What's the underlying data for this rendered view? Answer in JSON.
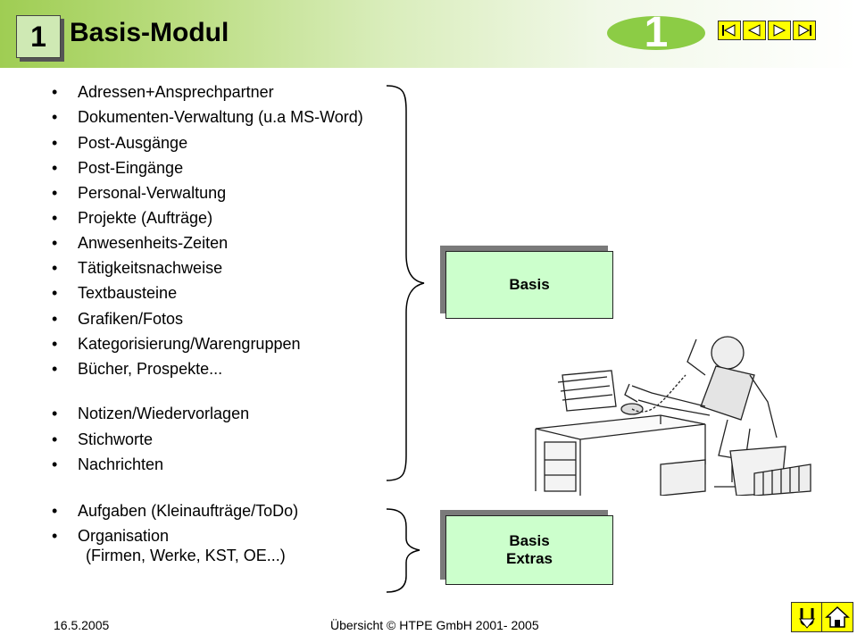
{
  "header": {
    "badge": "1",
    "title": "Basis-Modul",
    "page_number": "1",
    "nav_icons": [
      "first-page-icon",
      "previous-page-icon",
      "next-page-icon",
      "last-page-icon"
    ]
  },
  "bullets": [
    {
      "text": "Adressen+Ansprechpartner"
    },
    {
      "text": "Dokumenten-Verwaltung (u.a MS-Word)"
    },
    {
      "text": "Post-Ausgänge"
    },
    {
      "text": "Post-Eingänge"
    },
    {
      "text": "Personal-Verwaltung"
    },
    {
      "text": "Projekte (Aufträge)"
    },
    {
      "text": "Anwesenheits-Zeiten"
    },
    {
      "text": "Tätigkeitsnachweise"
    },
    {
      "text": "Textbausteine"
    },
    {
      "text": "Grafiken/Fotos"
    },
    {
      "text": "Kategorisierung/Warengruppen"
    },
    {
      "text": "Bücher, Prospekte..."
    },
    {
      "text": "Notizen/Wiedervorlagen"
    },
    {
      "text": "Stichworte"
    },
    {
      "text": "Nachrichten"
    },
    {
      "text": "Aufgaben (Kleinaufträge/ToDo)"
    },
    {
      "text": "Organisation",
      "sub": "(Firmen, Werke, KST, OE...)"
    }
  ],
  "bullet_symbol": "•",
  "boxes": {
    "basis": {
      "line1": "Basis"
    },
    "extras": {
      "line1": "Basis",
      "line2": "Extras"
    }
  },
  "footer": {
    "date": "16.5.2005",
    "center": "Übersicht © HTPE GmbH 2001- 2005",
    "buttons": [
      "return-icon",
      "home-icon"
    ]
  },
  "colors": {
    "header_green": "#9fcd53",
    "ellipse_green": "#8ccc45",
    "box_fill": "#ccffcc",
    "nav_yellow": "#ffff00"
  }
}
